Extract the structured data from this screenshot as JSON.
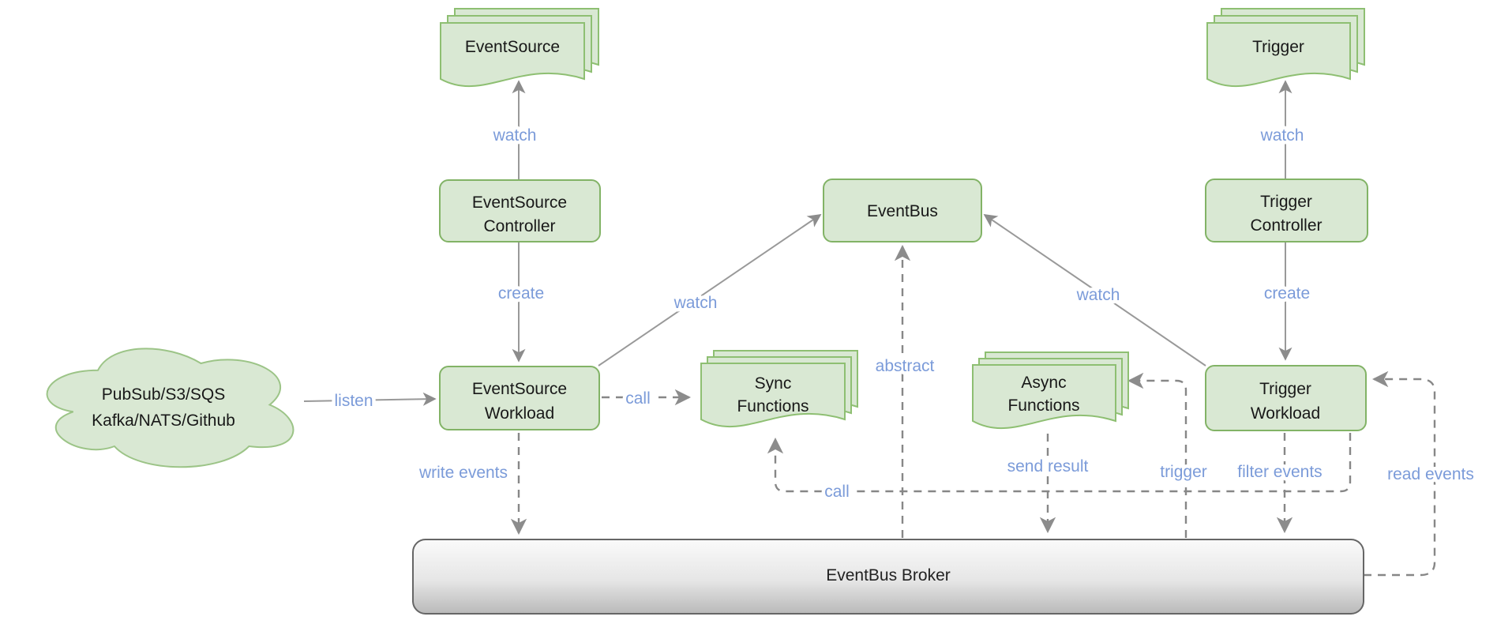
{
  "diagram": {
    "kind": "event-driven architecture diagram",
    "palette": {
      "node_fill": "#d9e8d3",
      "node_border": "#82b366",
      "doc_border": "#8ebf72",
      "edge_label_blue": "#7b9bd9",
      "solid_line": "#999999",
      "dashed_line": "#878787",
      "broker_border": "#666666",
      "background": "#ffffff"
    },
    "nodes": {
      "eventsource_docs": {
        "type": "document-stack",
        "label": "EventSource"
      },
      "trigger_docs": {
        "type": "document-stack",
        "label": "Trigger"
      },
      "sync_functions": {
        "type": "document-stack",
        "lines": [
          "Sync",
          "Functions"
        ]
      },
      "async_functions": {
        "type": "document-stack",
        "lines": [
          "Async",
          "Functions"
        ]
      },
      "eventsource_controller": {
        "type": "box",
        "lines": [
          "EventSource",
          "Controller"
        ]
      },
      "eventsource_workload": {
        "type": "box",
        "lines": [
          "EventSource",
          "Workload"
        ]
      },
      "trigger_controller": {
        "type": "box",
        "lines": [
          "Trigger",
          "Controller"
        ]
      },
      "trigger_workload": {
        "type": "box",
        "lines": [
          "Trigger",
          "Workload"
        ]
      },
      "eventbus": {
        "type": "box",
        "label": "EventBus"
      },
      "event_sources_cloud": {
        "type": "cloud",
        "lines": [
          "PubSub/S3/SQS",
          "Kafka/NATS/Github"
        ]
      },
      "eventbus_broker": {
        "type": "bar",
        "label": "EventBus Broker"
      }
    },
    "edge_labels": {
      "watch_eventsource": "watch",
      "create_eventsource_workload": "create",
      "listen": "listen",
      "call_sync_functions": "call",
      "watch_eventbus_left": "watch",
      "watch_eventbus_right": "watch",
      "watch_trigger": "watch",
      "create_trigger_workload": "create",
      "write_events": "write events",
      "abstract": "abstract",
      "send_result": "send result",
      "trigger": "trigger",
      "call_from_trigger_workload": "call",
      "filter_events": "filter events",
      "read_events": "read events"
    }
  }
}
